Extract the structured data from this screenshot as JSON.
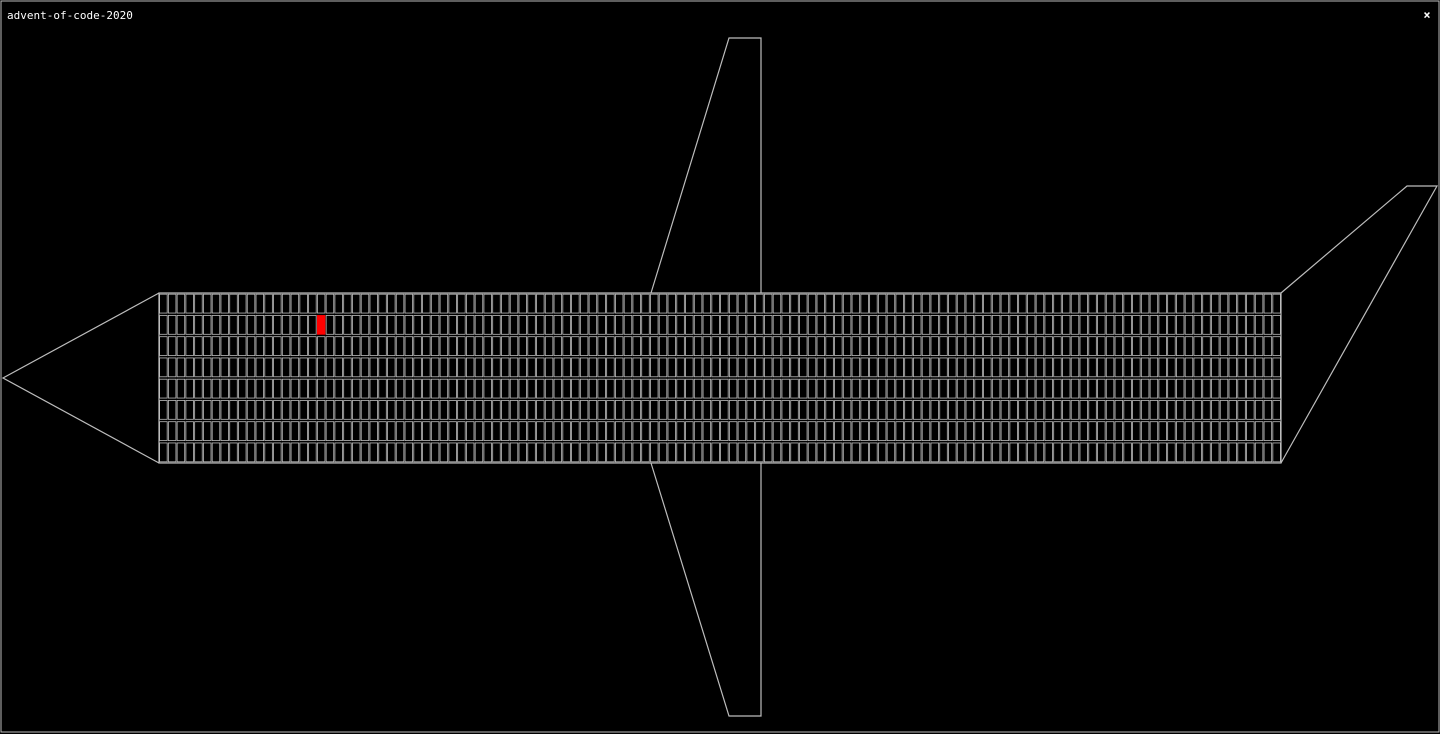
{
  "window": {
    "title": "advent-of-code-2020",
    "close_label": "×"
  },
  "seat_map": {
    "rows": 8,
    "columns": 128,
    "highlighted_seat": {
      "row": 1,
      "column": 18
    },
    "colors": {
      "outline": "#bdbdbd",
      "highlight": "#ff0000",
      "background": "#000000"
    }
  }
}
